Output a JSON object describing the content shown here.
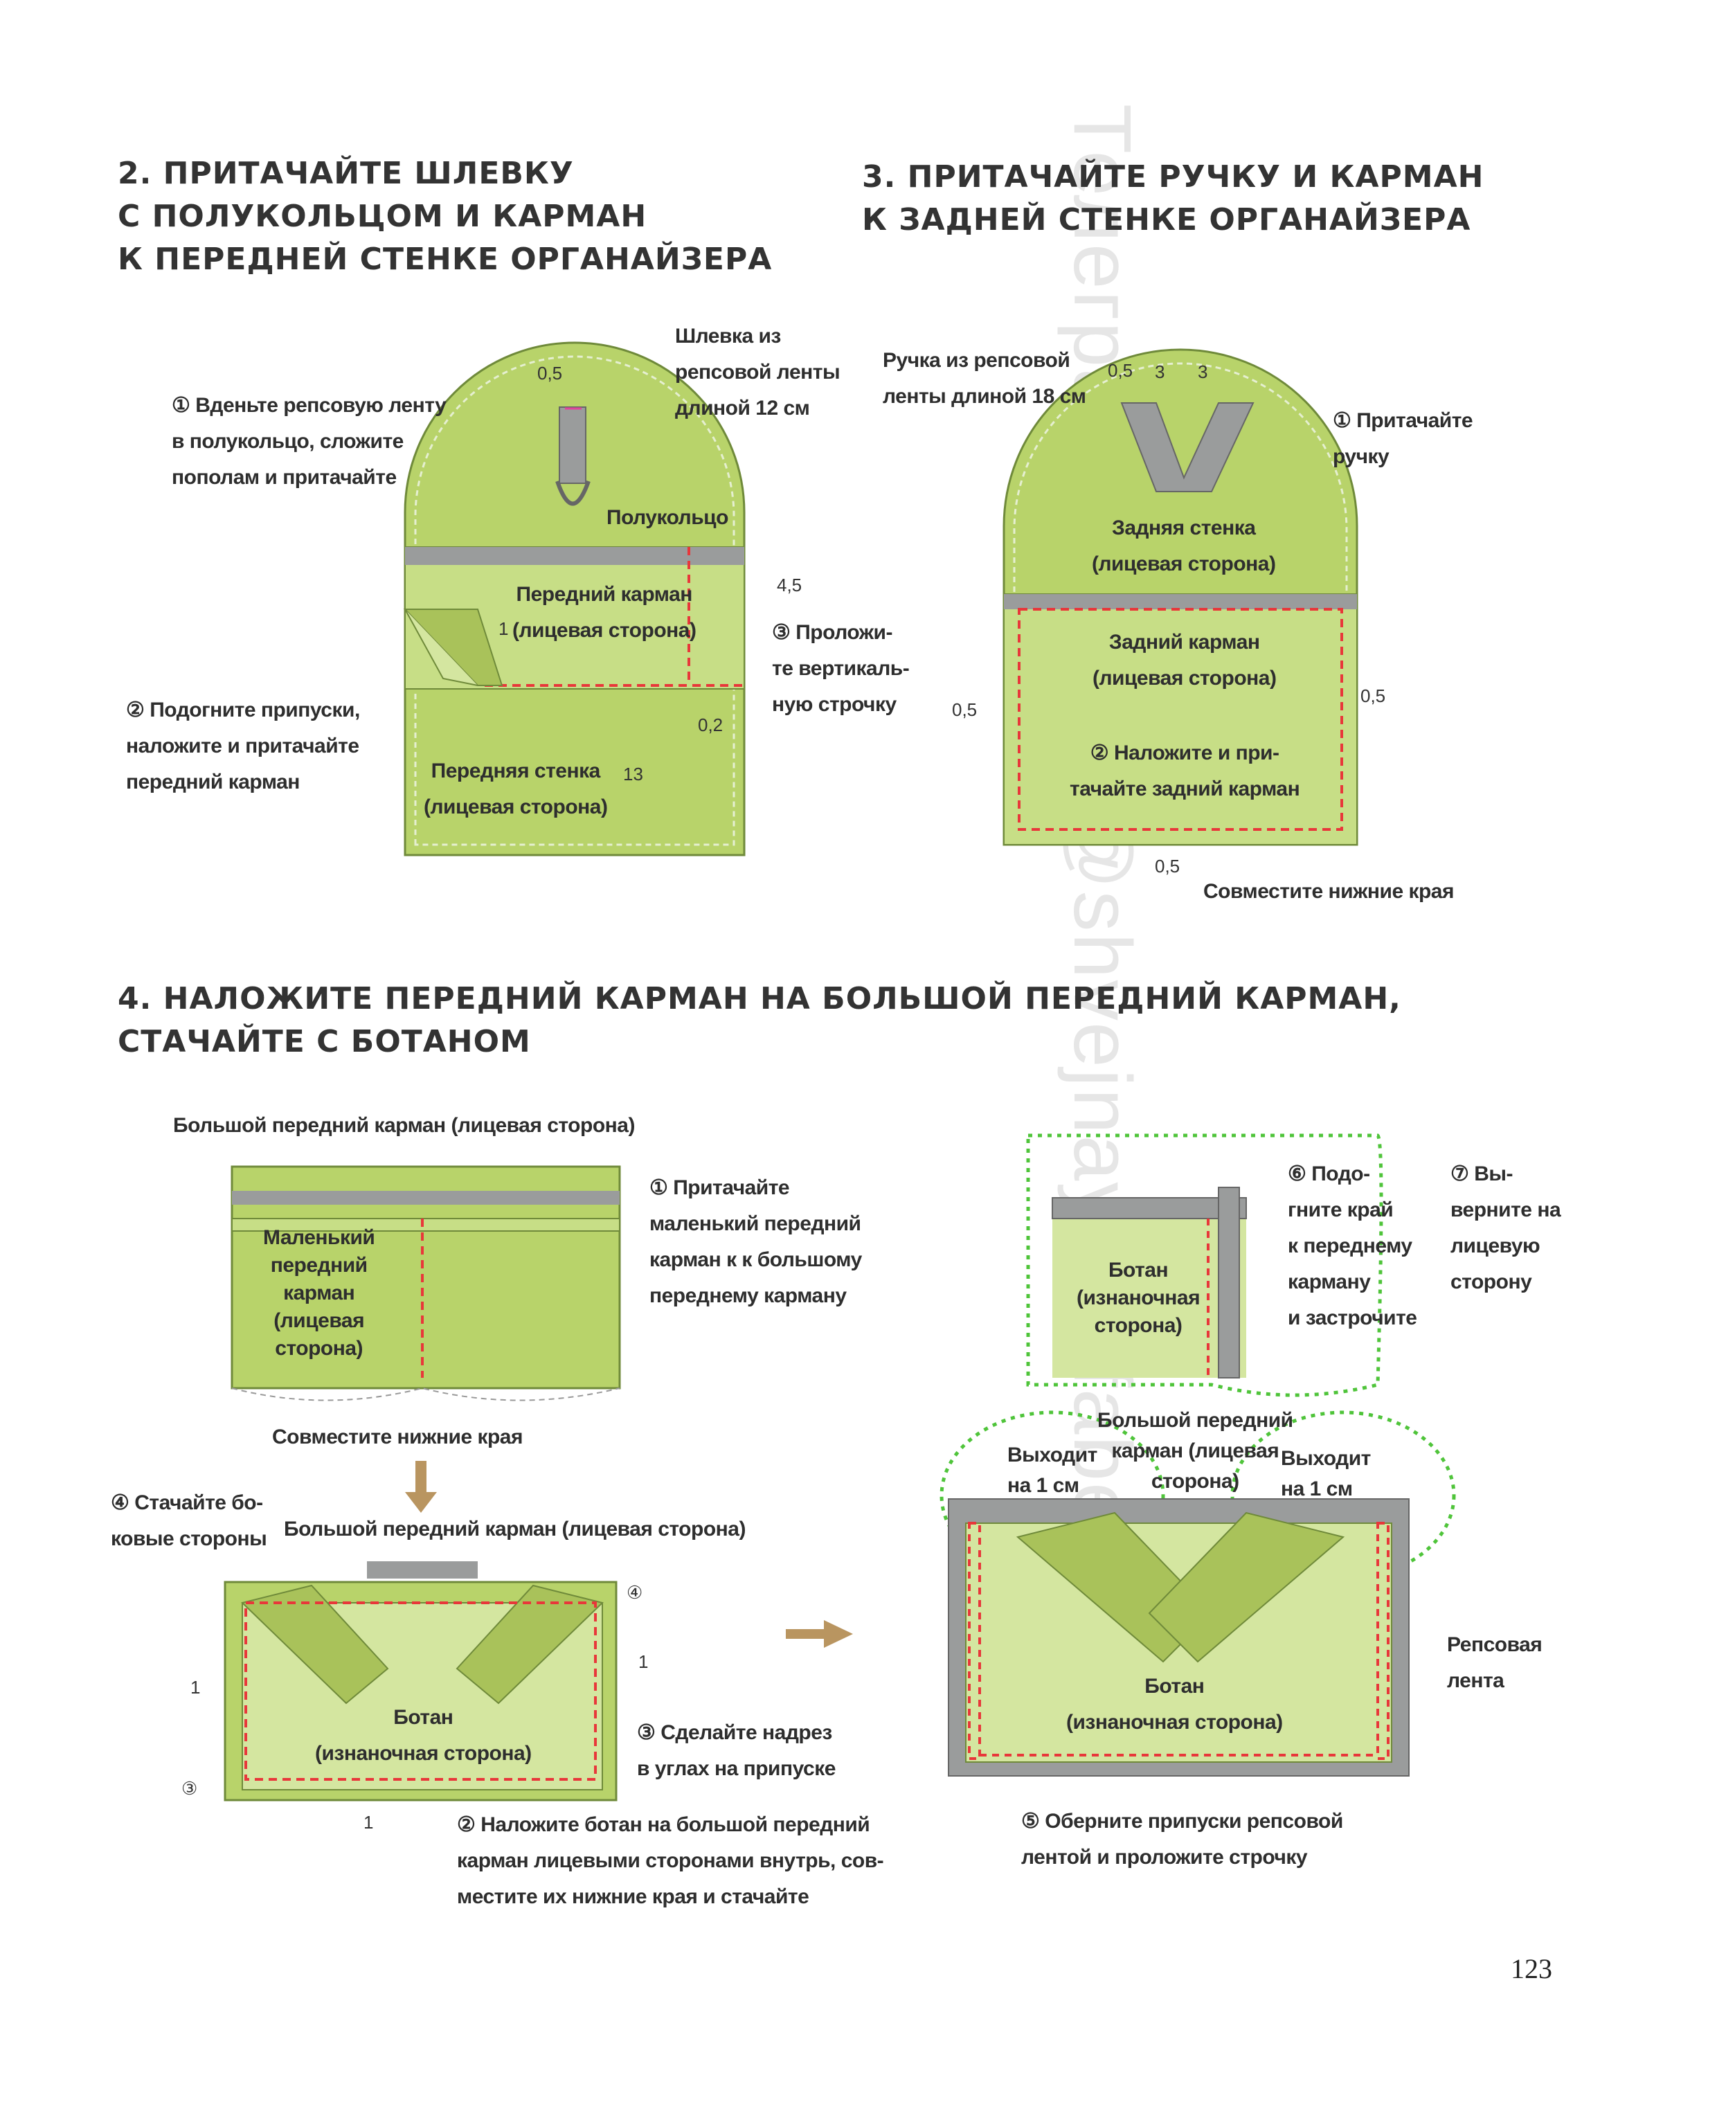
{
  "step2": {
    "title": [
      "2. ПРИТАЧАЙТЕ ШЛЕВКУ",
      "С ПОЛУКОЛЬЦОМ И КАРМАН",
      "К ПЕРЕДНЕЙ СТЕНКЕ ОРГАНАЙЗЕРА"
    ],
    "loop_label": [
      "Шлевка из",
      "репсовой ленты",
      "длиной 12 см"
    ],
    "note1": [
      "① Вденьте репсовую ленту",
      "в полукольцо, сложите",
      "пополам и притачайте"
    ],
    "ring_label": "Полукольцо",
    "front_pocket": [
      "Передний карман",
      "(лицевая сторона)"
    ],
    "note3": [
      "③ Проложи-",
      "те вертикаль-",
      "ную строчку"
    ],
    "note2": [
      "② Подогните припуски,",
      "наложите и притачайте",
      "передний карман"
    ],
    "front_wall": [
      "Передняя стенка",
      "(лицевая сторона)"
    ],
    "dims": {
      "top": "0,5",
      "pocket_edge": "4,5",
      "fold": "1",
      "gap": "0,2",
      "height": "13"
    }
  },
  "step3": {
    "title": [
      "3. ПРИТАЧАЙТЕ РУЧКУ И КАРМАН",
      "К ЗАДНЕЙ СТЕНКЕ ОРГАНАЙЗЕРА"
    ],
    "handle_label": [
      "Ручка из репсовой",
      "ленты длиной 18 см"
    ],
    "note1": [
      "① Притачайте",
      "ручку"
    ],
    "back_wall": [
      "Задняя стенка",
      "(лицевая сторона)"
    ],
    "back_pocket": [
      "Задний карман",
      "(лицевая сторона)"
    ],
    "note2": [
      "② Наложите и при-",
      "тачайте задний карман"
    ],
    "align": "Совместите нижние края",
    "dims": {
      "a": "0,5",
      "b": "3",
      "c": "3",
      "left": "0,5",
      "right": "0,5",
      "bottom": "0,5"
    }
  },
  "step4": {
    "title": [
      "4. НАЛОЖИТЕ ПЕРЕДНИЙ КАРМАН НА БОЛЬШОЙ ПЕРЕДНИЙ КАРМАН,",
      "СТАЧАЙТЕ С БОТАНОМ"
    ],
    "big_pocket_top": "Большой передний карман (лицевая сторона)",
    "small_pocket": [
      "Маленький",
      "передний",
      "карман",
      "(лицевая",
      "сторона)"
    ],
    "note1": [
      "① Притачайте",
      "маленький передний",
      "карман к к большому",
      "переднему карману"
    ],
    "align": "Совместите нижние края",
    "note4": [
      "④ Стачайте бо-",
      "ковые стороны"
    ],
    "big_pocket_mid": "Большой передний карман (лицевая сторона)",
    "lining": [
      "Ботан",
      "(изнаночная сторона)"
    ],
    "note3": [
      "③ Сделайте надрез",
      "в углах на припуске"
    ],
    "note2": [
      "② Наложите ботан на большой передний",
      "карман лицевыми сторонами внутрь, сов-",
      "местите их нижние края и стачайте"
    ],
    "note6": [
      "⑥ Подо-",
      "гните край",
      "к переднему",
      "карману",
      "и застрочите"
    ],
    "note7": [
      "⑦ Вы-",
      "верните на",
      "лицевую",
      "сторону"
    ],
    "lining_inset": [
      "Ботан",
      "(изнаночная",
      "сторона)"
    ],
    "big_pocket_right": [
      "Большой передний",
      "карман (лицевая",
      "сторона)"
    ],
    "extends_left": [
      "Выходит",
      "на 1 см"
    ],
    "extends_right": [
      "Выходит",
      "на 1 см"
    ],
    "ribbon": [
      "Репсовая",
      "лента"
    ],
    "lining_right": [
      "Ботан",
      "(изнаночная сторона)"
    ],
    "note5": [
      "⑤ Оберните припуски репсовой",
      "лентой и проложите строчку"
    ],
    "dims": {
      "d1": "1",
      "d2": "1",
      "d3": "1",
      "c4": "④",
      "c3": "③"
    }
  },
  "page_number": "123",
  "watermark": "Телеграм-канал - @shvejnaya_ofabet_3",
  "colors": {
    "fabric": "#b8d36a",
    "fabric_light": "#d4e6a0",
    "ribbon": "#9a9c9c",
    "stitch": "#e8373a",
    "accent_green": "#4fc43a",
    "arrow": "#b99560"
  }
}
